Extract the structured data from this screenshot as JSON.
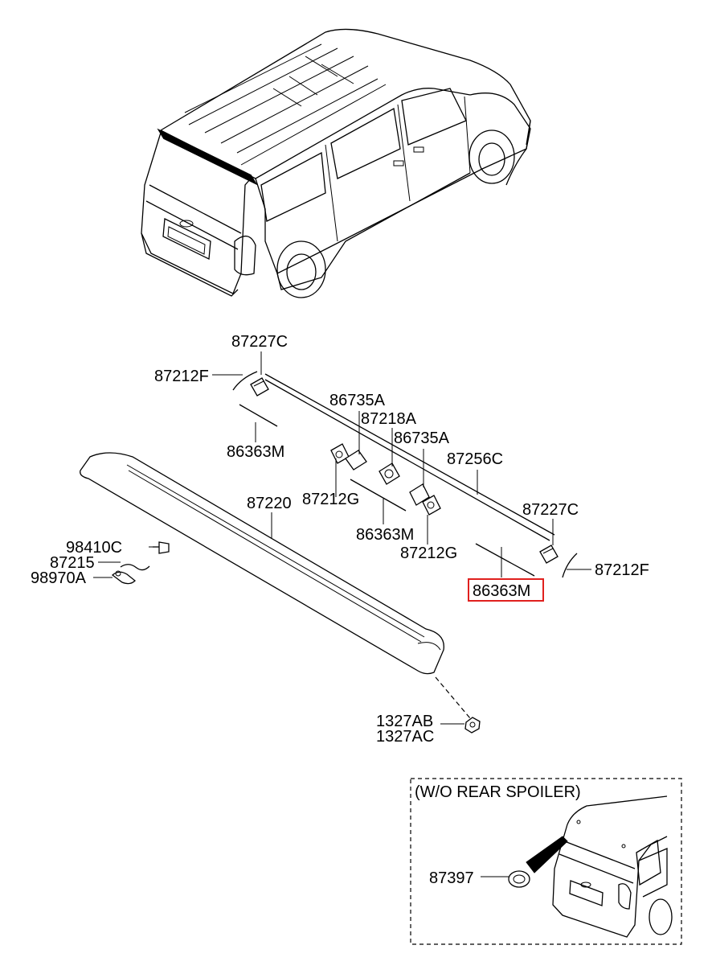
{
  "diagram": {
    "part_labels": [
      "87227C",
      "87212F",
      "86363M",
      "86735A",
      "87218A",
      "86735A",
      "87256C",
      "87220",
      "87212G",
      "86363M",
      "87227C",
      "87212G",
      "98410C",
      "87215",
      "98970A",
      "86363M",
      "87212F",
      "1327AB",
      "1327AC",
      "87397"
    ],
    "highlighted_part": "86363M",
    "highlight_color": "#e0201e",
    "inset_title": "(W/O REAR SPOILER)"
  }
}
